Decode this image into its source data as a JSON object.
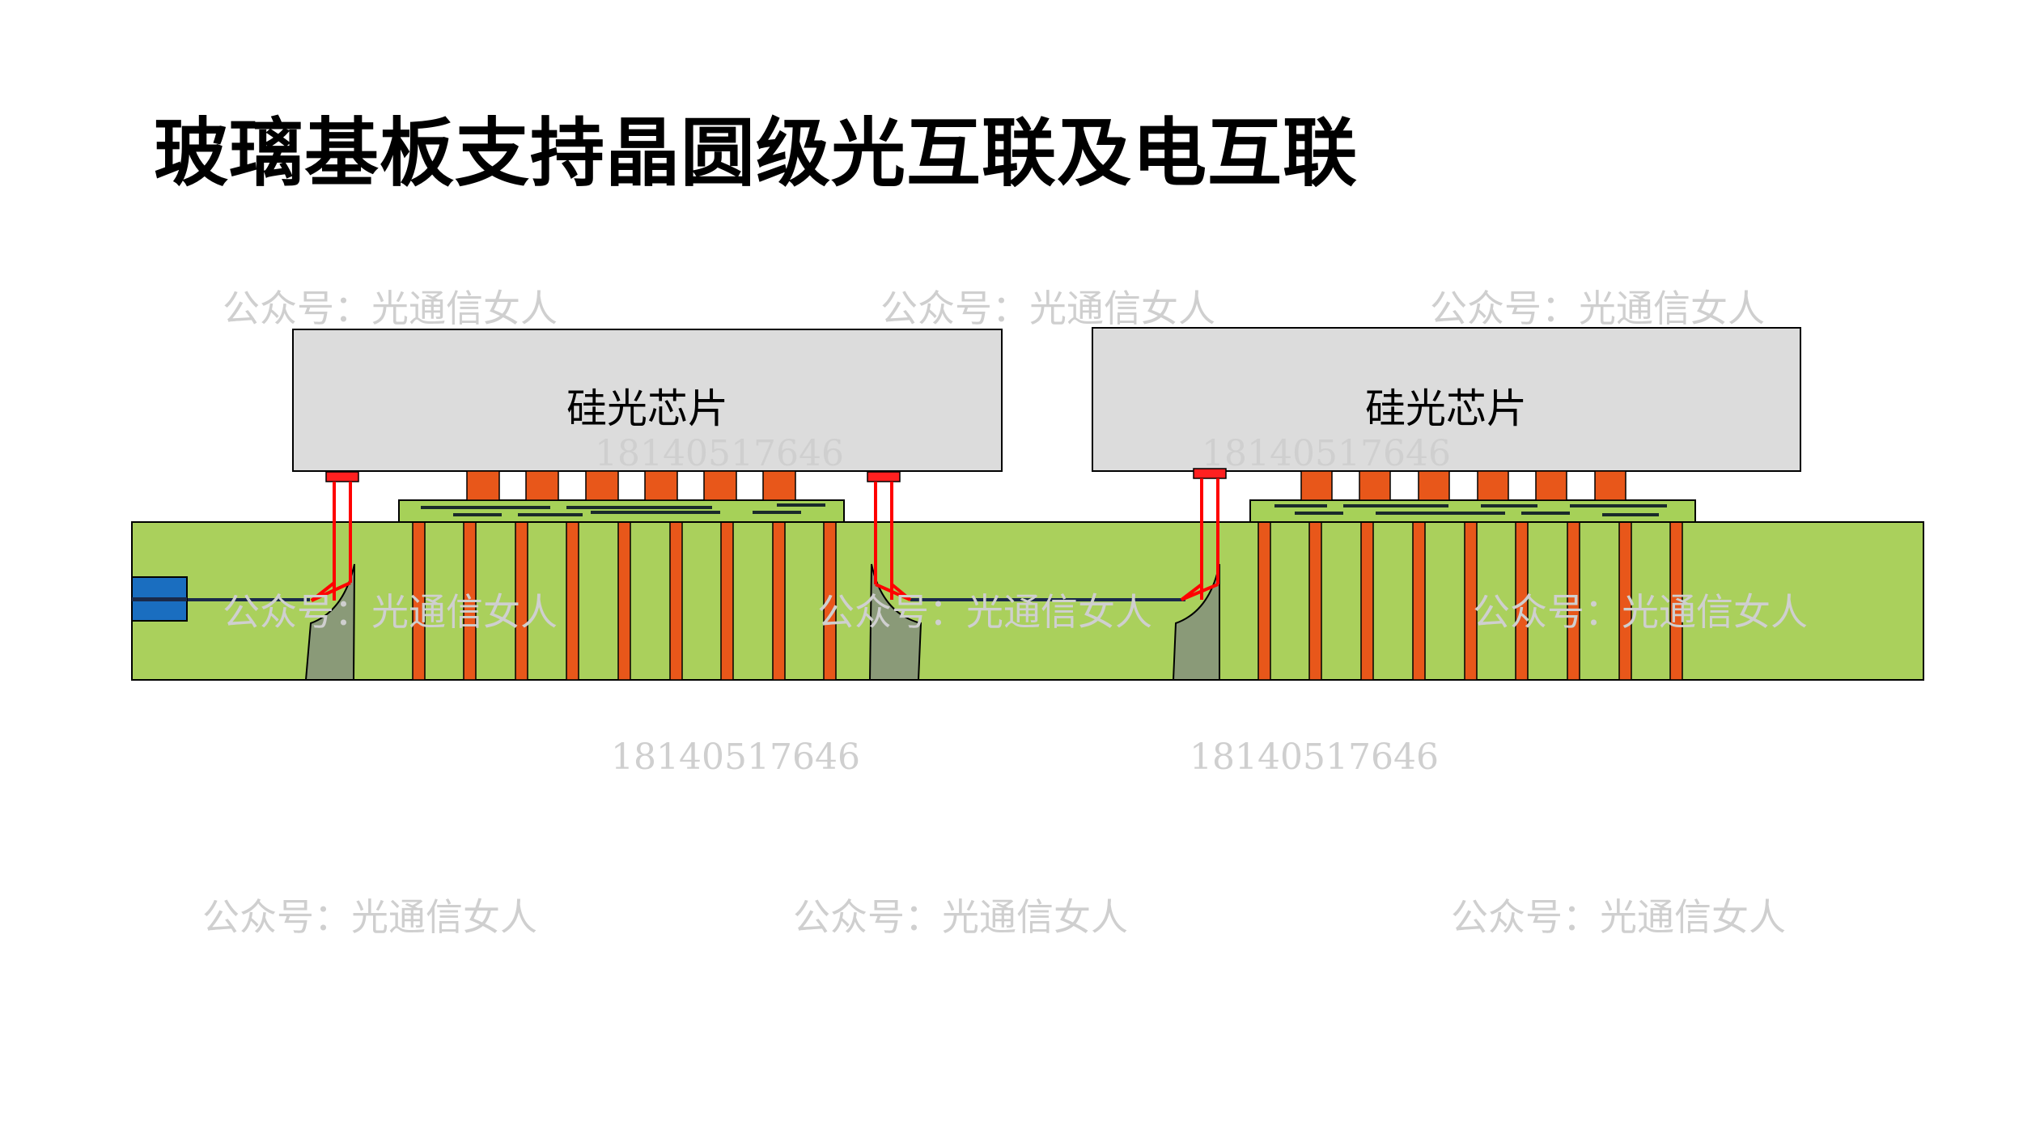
{
  "title": "玻璃基板支持晶圆级光互联及电互联",
  "chips": [
    {
      "label": "硅光芯片"
    },
    {
      "label": "硅光芯片"
    }
  ],
  "watermarks": {
    "account": "公众号：光通信女人",
    "phone": "18140517646"
  },
  "colors": {
    "glass_substrate": "#aad05c",
    "chip": "#dcdcdc",
    "bump": "#e8571a",
    "via": "#e8571a",
    "interposer": "#a6d158",
    "optical_pad": "#ff2020",
    "light_path": "#ff0000",
    "waveguide": "#1a2a4a",
    "mirror": "#8a9a78",
    "fiber": "#1a6ec0"
  }
}
